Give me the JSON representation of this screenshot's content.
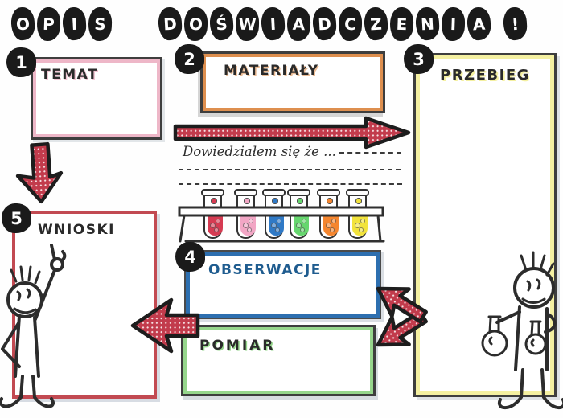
{
  "title": {
    "words": [
      {
        "text": "OPIS"
      },
      {
        "text": "DOŚWIADCZENIA"
      },
      {
        "text": "!"
      }
    ]
  },
  "sections": {
    "temat": {
      "number": "1",
      "label": "TEMAT"
    },
    "materialy": {
      "number": "2",
      "label": "MATERIAŁY"
    },
    "przebieg": {
      "number": "3",
      "label": "PRZEBIEG"
    },
    "obserwacje": {
      "number": "4",
      "label": "OBSERWACJE"
    },
    "wnioski": {
      "number": "5",
      "label": "WNIOSKI"
    },
    "pomiar": {
      "label": "POMIAR"
    }
  },
  "notes": {
    "learned_line": "Dowiedziałem się że ..."
  },
  "illustrations": {
    "test_tubes": [
      {
        "name": "red",
        "color": "#d63b52"
      },
      {
        "name": "pink",
        "color": "#f2a6c5"
      },
      {
        "name": "blue",
        "color": "#2f79c6"
      },
      {
        "name": "green",
        "color": "#66d66e"
      },
      {
        "name": "orange",
        "color": "#f5862f"
      },
      {
        "name": "yellow",
        "color": "#f2e33c"
      }
    ],
    "figures": [
      "pointing-scientist",
      "flask-scientist"
    ]
  },
  "colors": {
    "ink": "#2a2a2a",
    "circle_bg": "#1a1a1a",
    "arrow_red": "#c23b4c",
    "temat": "#eeb7c8",
    "materialy": "#de8f4f",
    "przebieg": "#f4f0a1",
    "obserwacje": "#2d6fb0",
    "obserwacje_text": "#1f5c8f",
    "pomiar": "#96d68c",
    "wnioski": "#c24a52"
  }
}
